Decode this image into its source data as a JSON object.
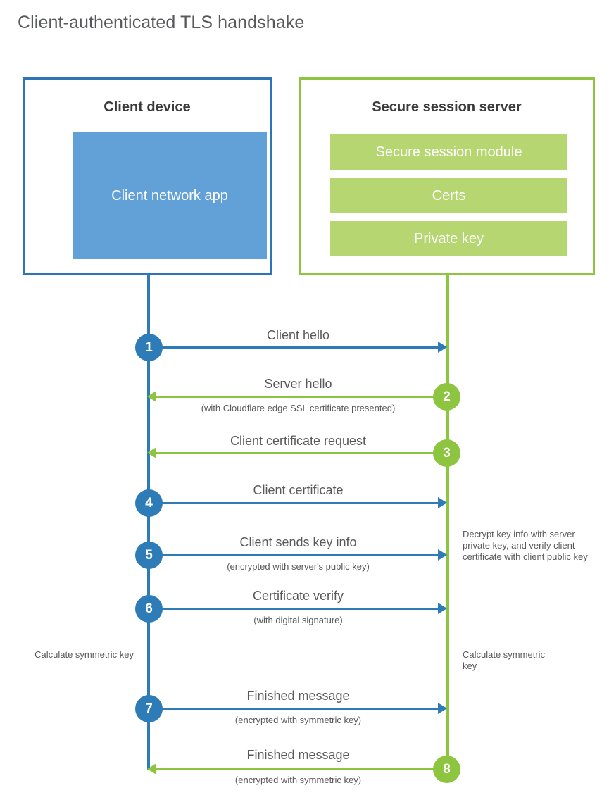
{
  "title": "Client-authenticated TLS handshake",
  "colors": {
    "blue_line": "#2d7cb8",
    "blue_fill": "#62a0d8",
    "blue_border": "#2d74b8",
    "green_line": "#8ec540",
    "green_fill": "#b5d671",
    "text": "#58595b"
  },
  "client_box": {
    "title": "Client device",
    "app_label": "Client network app"
  },
  "server_box": {
    "title": "Secure session server",
    "items": [
      {
        "label": "Secure session module"
      },
      {
        "label": "Certs"
      },
      {
        "label": "Private key"
      }
    ]
  },
  "steps": [
    {
      "number": "1",
      "label": "Client hello",
      "sub": "",
      "direction": "client-to-server",
      "color": "blue"
    },
    {
      "number": "2",
      "label": "Server hello",
      "sub": "(with Cloudflare edge SSL certificate presented)",
      "direction": "server-to-client",
      "color": "green"
    },
    {
      "number": "3",
      "label": "Client certificate request",
      "sub": "",
      "direction": "server-to-client",
      "color": "green"
    },
    {
      "number": "4",
      "label": "Client certificate",
      "sub": "",
      "direction": "client-to-server",
      "color": "blue"
    },
    {
      "number": "5",
      "label": "Client sends key info",
      "sub": "(encrypted with server's public key)",
      "direction": "client-to-server",
      "color": "blue"
    },
    {
      "number": "6",
      "label": "Certificate verify",
      "sub": "(with digital signature)",
      "direction": "client-to-server",
      "color": "blue"
    },
    {
      "number": "7",
      "label": "Finished message",
      "sub": "(encrypted with symmetric key)",
      "direction": "client-to-server",
      "color": "blue"
    },
    {
      "number": "8",
      "label": "Finished message",
      "sub": "(encrypted with symmetric key)",
      "direction": "server-to-client",
      "color": "green"
    }
  ],
  "annotations": {
    "server_decrypt_note": "Decrypt key info with server private key, and verify client certificate with client public key",
    "client_calculate_note": "Calculate symmetric key",
    "server_calculate_note": "Calculate symmetric key"
  }
}
